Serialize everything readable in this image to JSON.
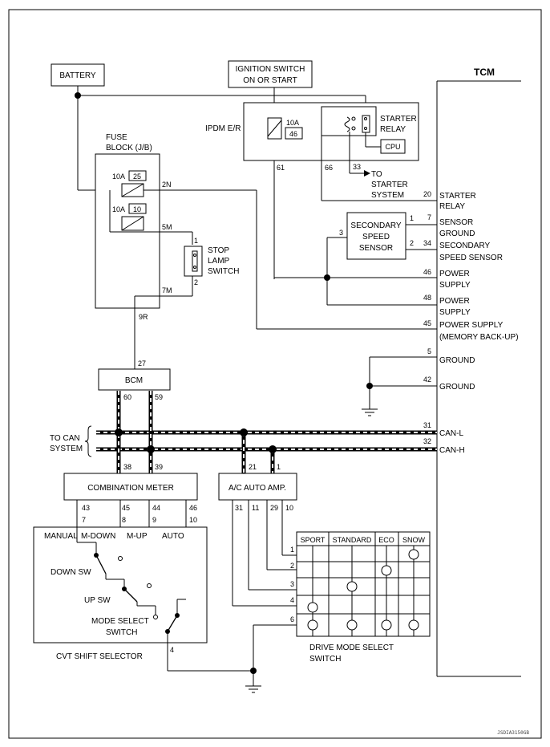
{
  "components": {
    "battery": "BATTERY",
    "ignition_line1": "IGNITION SWITCH",
    "ignition_line2": "ON OR START",
    "tcm": "TCM",
    "ipdm": "IPDM E/R",
    "starter_relay_1": "STARTER",
    "starter_relay_2": "RELAY",
    "cpu": "CPU",
    "fuse_block_1": "FUSE",
    "fuse_block_2": "BLOCK (J/B)",
    "stop_lamp_1": "STOP",
    "stop_lamp_2": "LAMP",
    "stop_lamp_3": "SWITCH",
    "secondary_sensor_1": "SECONDARY",
    "secondary_sensor_2": "SPEED",
    "secondary_sensor_3": "SENSOR",
    "bcm": "BCM",
    "combination_meter": "COMBINATION METER",
    "ac_amp": "A/C AUTO AMP.",
    "to_can_1": "TO CAN",
    "to_can_2": "SYSTEM",
    "to_starter_1": "TO",
    "to_starter_2": "STARTER",
    "to_starter_3": "SYSTEM",
    "cvt_selector": "CVT SHIFT SELECTOR",
    "drive_mode_1": "DRIVE MODE SELECT",
    "drive_mode_2": "SWITCH",
    "diagram_code": "JSDIA3150GB"
  },
  "fuses": {
    "ipdm": {
      "rating": "10A",
      "number": "46"
    },
    "jb1": {
      "rating": "10A",
      "number": "25"
    },
    "jb2": {
      "rating": "10A",
      "number": "10"
    }
  },
  "connectors": {
    "n61": "61",
    "n66": "66",
    "n33": "33",
    "n2N": "2N",
    "n5M": "5M",
    "n7M": "7M",
    "n9R": "9R",
    "n27": "27",
    "sl1": "1",
    "sl2": "2",
    "ss1": "1",
    "ss2": "2",
    "ss3": "3",
    "bcm60": "60",
    "bcm59": "59",
    "cm38": "38",
    "cm39": "39",
    "ac21": "21",
    "ac1": "1",
    "cm43": "43",
    "cm45": "45",
    "cm44": "44",
    "cm46": "46",
    "cv7": "7",
    "cv8": "8",
    "cv9": "9",
    "cv10": "10",
    "cv4": "4",
    "ac31": "31",
    "ac11": "11",
    "ac29": "29",
    "ac10": "10",
    "dm1": "1",
    "dm2": "2",
    "dm3": "3",
    "dm4": "4",
    "dm6": "6"
  },
  "tcm_pins": [
    {
      "pin": "20",
      "line1": "STARTER",
      "line2": "RELAY"
    },
    {
      "pin": "7",
      "line1": "SENSOR",
      "line2": "GROUND"
    },
    {
      "pin": "34",
      "line1": "SECONDARY",
      "line2": "SPEED SENSOR"
    },
    {
      "pin": "46",
      "line1": "POWER",
      "line2": "SUPPLY"
    },
    {
      "pin": "48",
      "line1": "POWER",
      "line2": "SUPPLY"
    },
    {
      "pin": "45",
      "line1": "POWER SUPPLY",
      "line2": "(MEMORY BACK-UP)"
    },
    {
      "pin": "5",
      "line1": "GROUND",
      "line2": ""
    },
    {
      "pin": "42",
      "line1": "GROUND",
      "line2": ""
    },
    {
      "pin": "31",
      "line1": "CAN-L",
      "line2": ""
    },
    {
      "pin": "32",
      "line1": "CAN-H",
      "line2": ""
    }
  ],
  "cvt_labels": {
    "manual": "MANUAL",
    "m_down": "M-DOWN",
    "m_up": "M-UP",
    "auto": "AUTO",
    "down_sw": "DOWN SW",
    "up_sw": "UP SW",
    "mode_select_1": "MODE SELECT",
    "mode_select_2": "SWITCH"
  },
  "drive_modes": [
    "SPORT",
    "STANDARD",
    "ECO",
    "SNOW"
  ]
}
